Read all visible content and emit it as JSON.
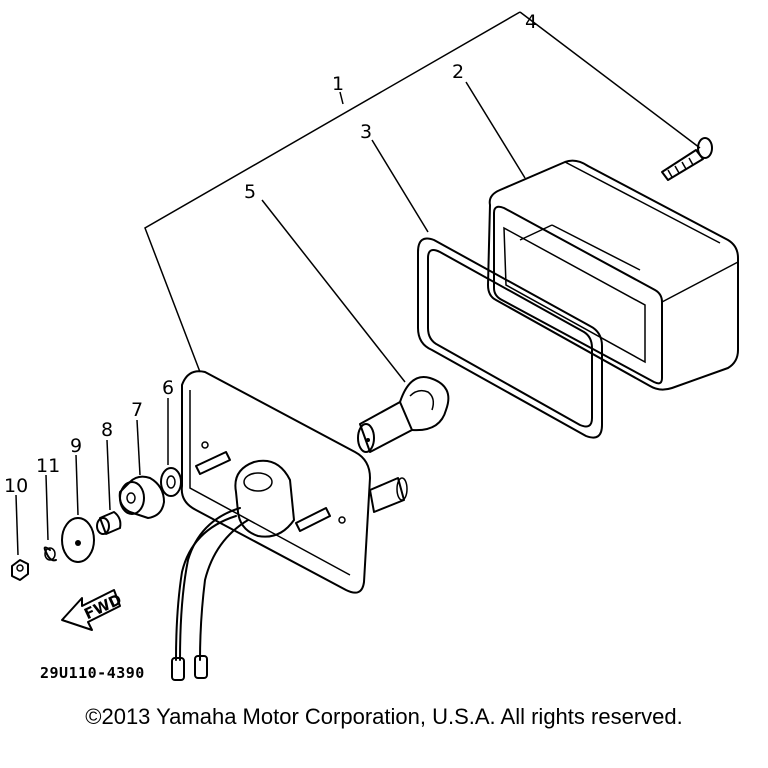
{
  "callouts": {
    "c1": "1",
    "c2": "2",
    "c3": "3",
    "c4": "4",
    "c5": "5",
    "c6": "6",
    "c7": "7",
    "c8": "8",
    "c9": "9",
    "c10": "10",
    "c11": "11"
  },
  "diagram_code": "29U110-4390",
  "fwd_label": "FWD",
  "copyright": "©2013 Yamaha Motor Corporation, U.S.A. All rights reserved."
}
